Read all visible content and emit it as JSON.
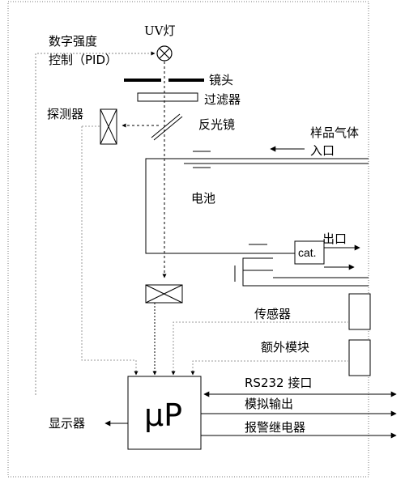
{
  "labels": {
    "uv_lamp": "UV灯",
    "pid_control_line1": "数字强度",
    "pid_control_line2": "控制（PID）",
    "lens": "镜头",
    "filter": "过滤器",
    "detector": "探测器",
    "reflector": "反光镜",
    "sample_gas_line1": "样品气体",
    "sample_gas_line2": "入口",
    "cell": "电池",
    "outlet": "出口",
    "catalyst": "cat.",
    "sensor": "传感器",
    "extra_module": "额外模块",
    "microprocessor": "µP",
    "rs232": "RS232 接口",
    "analog_output": "模拟输出",
    "alarm_relay": "报警继电器",
    "display": "显示器"
  }
}
